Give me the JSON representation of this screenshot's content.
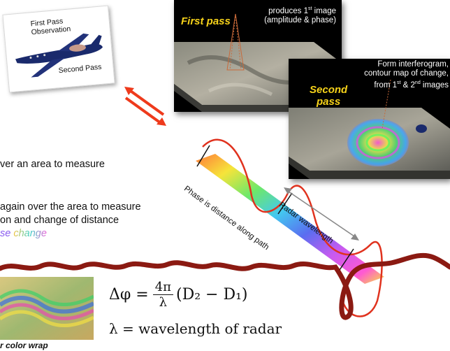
{
  "plane_card": {
    "first_pass_line1": "First Pass",
    "first_pass_line2": "Observation",
    "second_pass": "Second Pass"
  },
  "panel_first": {
    "title": "First pass",
    "caption_line1": "produces 1",
    "caption_line1_sup": "st",
    "caption_line1_end": " image",
    "caption_line2": "(amplitude & phase)"
  },
  "panel_second": {
    "title_line1": "Second",
    "title_line2": "pass",
    "caption_line1": "Form interferogram,",
    "caption_line2": "contour map of change,",
    "caption_line3_a": "from 1",
    "caption_line3_sup_a": "st",
    "caption_line3_b": " & 2",
    "caption_line3_sup_b": "nd",
    "caption_line3_c": " images"
  },
  "bullets": {
    "line1": "ver an area to measure",
    "line2": "again over the area to measure",
    "line3": "on and change of distance",
    "line4_a": "se ",
    "line4_b": "change"
  },
  "labels": {
    "radar_wavelength": "Radar wavelength",
    "phase_distance": "Phase is distance along path"
  },
  "equation": {
    "lhs": "Δφ =",
    "numerator": "4π",
    "denominator": "λ",
    "paren_term": "(D₂ − D₁)",
    "lambda_line": "λ =  wavelength of radar"
  },
  "caption": {
    "color_wrap": "r color wrap"
  },
  "colors": {
    "wave_red": "#e0321e",
    "ground_brown": "#8b1a12",
    "arrow_red": "#ee3a1c",
    "title_yellow": "#f6d21a"
  }
}
